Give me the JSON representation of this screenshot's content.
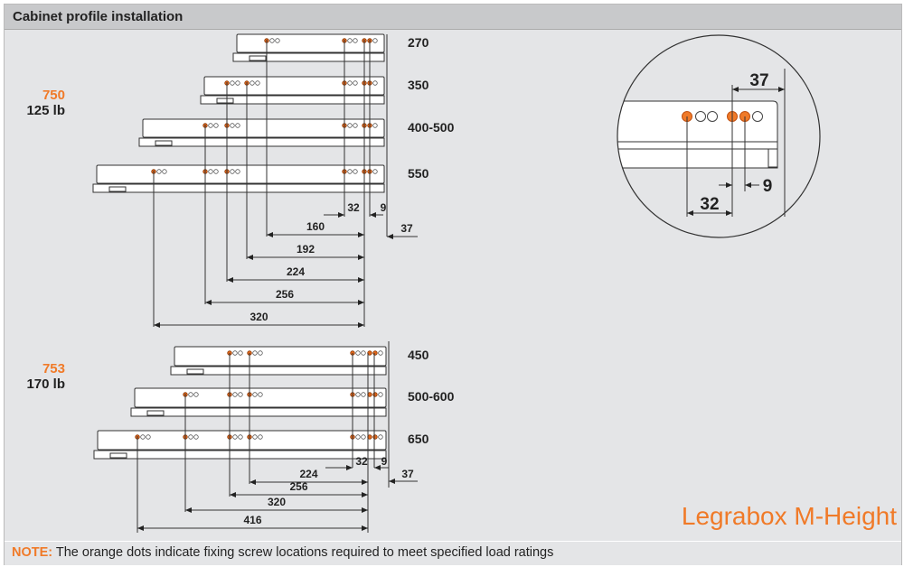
{
  "header": {
    "title": "Cabinet profile installation"
  },
  "group_750": {
    "model": "750",
    "load": "125 lb",
    "drawers": [
      "270",
      "350",
      "400-500",
      "550"
    ],
    "dimensions": {
      "d160": "160",
      "d192": "192",
      "d224": "224",
      "d256": "256",
      "d320": "320",
      "d32": "32",
      "d9": "9",
      "d37": "37"
    }
  },
  "group_753": {
    "model": "753",
    "load": "170 lb",
    "drawers": [
      "450",
      "500-600",
      "650"
    ],
    "dimensions": {
      "d224": "224",
      "d256": "256",
      "d320": "320",
      "d416": "416",
      "d32": "32",
      "d9": "9",
      "d37": "37"
    }
  },
  "detail": {
    "d37": "37",
    "d32": "32",
    "d9": "9"
  },
  "footer": {
    "note_label": "NOTE:",
    "note_text": " The orange dots indicate fixing screw locations required to meet specified load ratings"
  },
  "brand": "Legrabox M-Height",
  "colors": {
    "accent": "#f07a28",
    "dot": "#e0661a",
    "background": "#e4e5e7"
  }
}
